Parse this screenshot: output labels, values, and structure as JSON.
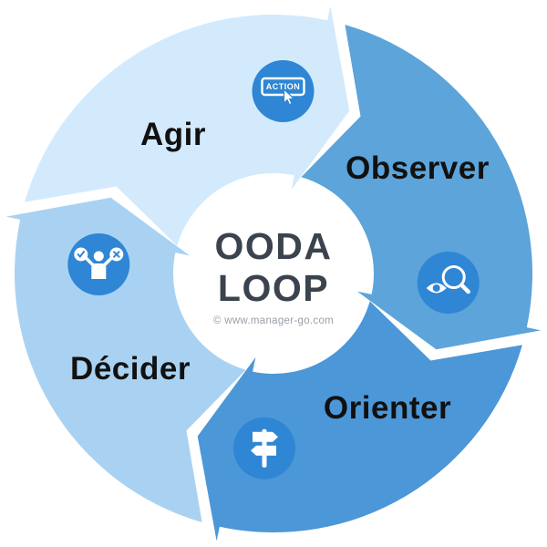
{
  "diagram": {
    "title": {
      "line1": "OODA",
      "line2": "LOOP"
    },
    "copyright": "© www.manager-go.com",
    "segments": [
      {
        "id": "agir",
        "label": "Agir",
        "color": "#d3eafc",
        "icon": "action-click-icon"
      },
      {
        "id": "observer",
        "label": "Observer",
        "color": "#5ca4da",
        "icon": "eye-magnifier-icon"
      },
      {
        "id": "orienter",
        "label": "Orienter",
        "color": "#4c97d7",
        "icon": "signpost-icon"
      },
      {
        "id": "decider",
        "label": "Décider",
        "color": "#a9d2f2",
        "icon": "person-decision-icon"
      }
    ],
    "icon_texts": {
      "action": "ACTION"
    },
    "colors": {
      "icon_circle": "#2e86d4",
      "title_text": "#3a434e",
      "label_text": "#111111",
      "copyright_text": "#9aa1a8",
      "background": "#ffffff"
    }
  }
}
